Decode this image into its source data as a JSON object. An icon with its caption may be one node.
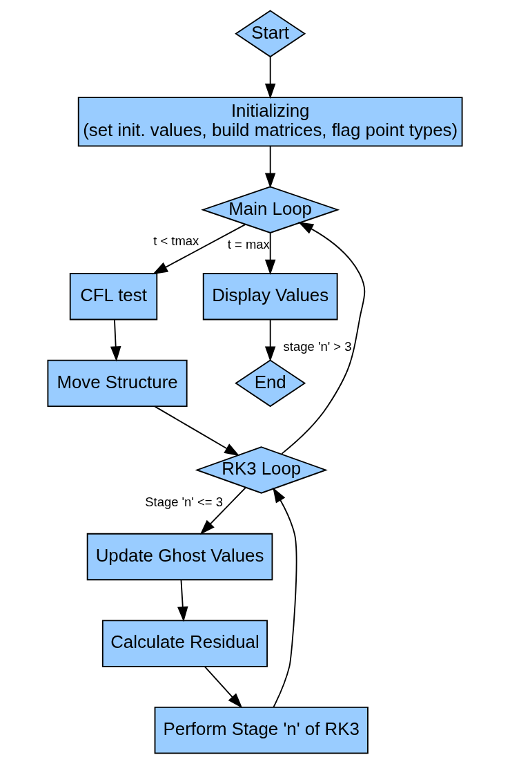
{
  "diagram": {
    "nodes": [
      {
        "text": [
          "Start"
        ]
      },
      {
        "text": [
          "Initializing",
          "(set init. values, build matrices, flag point types)"
        ]
      },
      {
        "text": [
          "Main Loop"
        ]
      },
      {
        "text": [
          "CFL test"
        ]
      },
      {
        "text": [
          "Move Structure"
        ]
      },
      {
        "text": [
          "RK3 Loop"
        ]
      },
      {
        "text": [
          "Update Ghost Values"
        ]
      },
      {
        "text": [
          "Calculate Residual"
        ]
      },
      {
        "text": [
          "Perform Stage 'n' of RK3"
        ]
      },
      {
        "text": [
          "Display Values"
        ]
      },
      {
        "text": [
          "End"
        ]
      }
    ],
    "edges": [
      {
        "from": 0,
        "to": 1,
        "arrow": "to"
      },
      {
        "from": 1,
        "to": 2,
        "arrow": "to"
      },
      {
        "from": 2,
        "to": 3,
        "arrow": "to",
        "label": "t < tmax"
      },
      {
        "from": 3,
        "to": 4,
        "arrow": "to"
      },
      {
        "from": 4,
        "to": 5,
        "arrow": "to"
      },
      {
        "from": 5,
        "to": 2,
        "arrow": "to",
        "label": "stage 'n' > 3"
      },
      {
        "from": 5,
        "to": 6,
        "arrow": "to",
        "label": "Stage 'n' <= 3"
      },
      {
        "from": 6,
        "to": 7,
        "arrow": "to"
      },
      {
        "from": 7,
        "to": 8,
        "arrow": "to"
      },
      {
        "from": 8,
        "to": 5,
        "arrow": "to"
      },
      {
        "from": 2,
        "to": 9,
        "arrow": "to",
        "label": "t = max"
      },
      {
        "from": 9,
        "to": 10,
        "arrow": "to"
      }
    ]
  }
}
